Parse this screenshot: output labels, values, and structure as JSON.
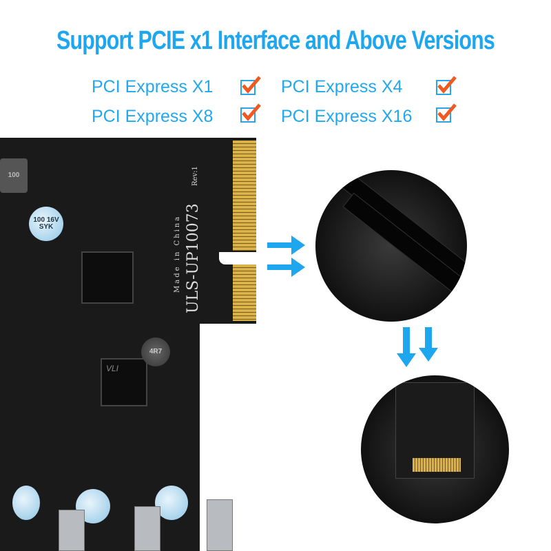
{
  "headline": "Support PCIE x1 Interface and Above Versions",
  "compat": [
    {
      "label": "PCI Express X1",
      "checked": true
    },
    {
      "label": "PCI Express X4",
      "checked": true
    },
    {
      "label": "PCI Express X8",
      "checked": true
    },
    {
      "label": "PCI Express X16",
      "checked": true
    }
  ],
  "board": {
    "model": "ULS-UP10073",
    "made_in": "Made in China",
    "rev": "Rev:1",
    "chip": "VLI",
    "inductor": "4R7",
    "inductor2": "100",
    "cap": "100 16V SYK"
  },
  "colors": {
    "accent": "#1ea6ef",
    "check": "#f05a22"
  }
}
